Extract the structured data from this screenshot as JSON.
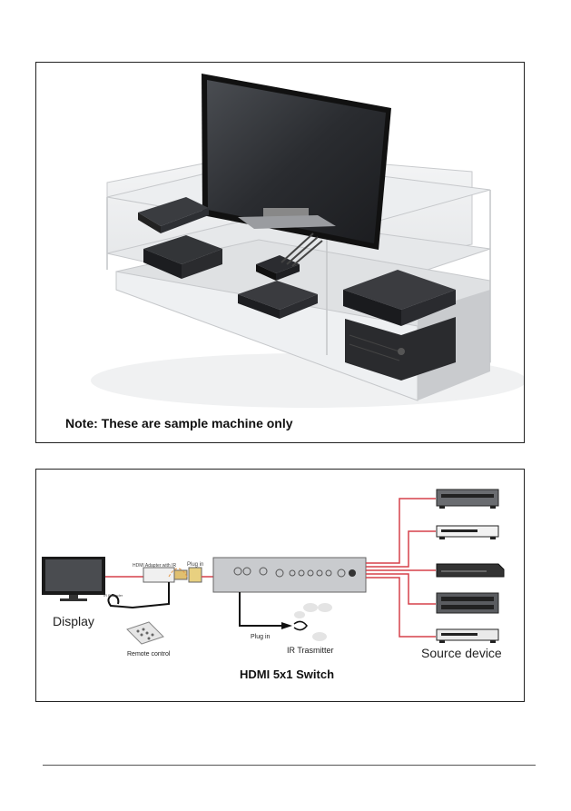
{
  "scene": {
    "note": "Note: These are sample machine only"
  },
  "diagram": {
    "display_label": "Display",
    "remote_label": "Remote control",
    "adapter_label": "HDMI Adapter with IR",
    "plug_in_top": "Plug in",
    "plug_in_bottom": "Plug in",
    "ir_extender_label": "IR Extender",
    "ir_transmitter_label": "IR Trasmitter",
    "source_label": "Source device",
    "title": "HDMI 5x1 Switch",
    "cable_color": "#d6404a"
  }
}
